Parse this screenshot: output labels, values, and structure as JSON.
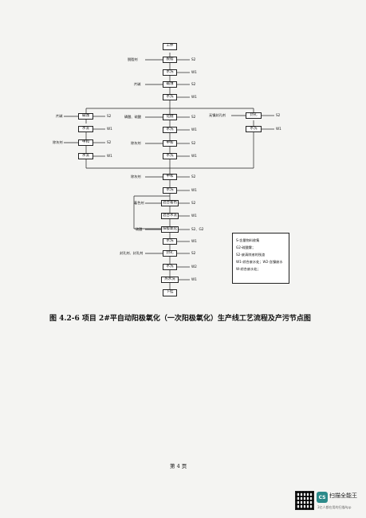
{
  "diagram": {
    "start": "工件",
    "end": "下挂",
    "left_column": {
      "steps": [
        "碱蚀",
        "水洗",
        "中和",
        "水洗"
      ],
      "inputs": [
        "片碱",
        "",
        "除灰剂",
        ""
      ]
    },
    "main_inputs": [
      "脱脂剂",
      "",
      "片碱",
      "",
      "磷酸、硫酸",
      "",
      "除灰剂",
      "",
      "",
      "",
      "着色剂",
      "",
      "硫酸",
      "",
      "",
      "封孔剂、封孔剂",
      "",
      ""
    ],
    "main_steps": [
      "脱脂",
      "水洗",
      "碱蚀",
      "水洗",
      "化抛",
      "水洗",
      "中和",
      "水洗",
      "中和",
      "水洗",
      "混合着色",
      "混合水洗",
      "阳极氧化",
      "水洗",
      "封孔",
      "水洗",
      "热水洗"
    ],
    "right_column": {
      "input": "无镍封孔剂",
      "steps": [
        "封孔",
        "水洗"
      ]
    },
    "emissions": {
      "s2": "S2",
      "w1": "W1",
      "w2": "W2",
      "s2g2": "S2、G2"
    }
  },
  "legend": {
    "lines": [
      "S-含量物料收集",
      "G2-硫酸雾；",
      "S2-废清除液的残渣",
      "W1-综合废水处；W2-含镍废水",
      "W-综合废水处；"
    ]
  },
  "caption": "图 4.2-6 项目 2#平自动阳极氧化（一次阳极氧化）生产线工艺流程及产污节点图",
  "page_number": "第 4 页",
  "scanner": {
    "badge": "CS",
    "name": "扫描全能王",
    "sub": "3亿人都在用的扫描App"
  }
}
